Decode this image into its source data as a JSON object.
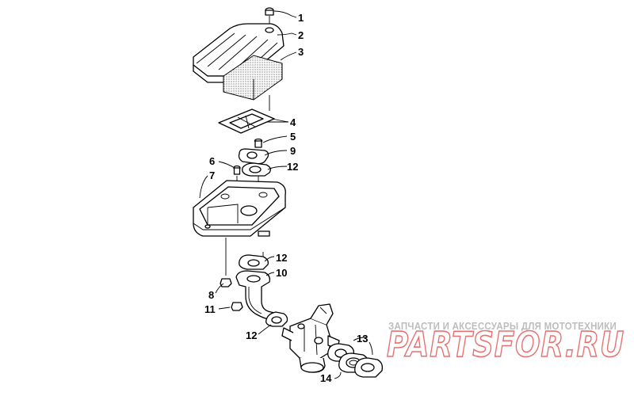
{
  "callouts": {
    "c1": "1",
    "c2": "2",
    "c3": "3",
    "c4": "4",
    "c5": "5",
    "c6": "6",
    "c7": "7",
    "c8": "8",
    "c9": "9",
    "c10": "10",
    "c11": "11",
    "c12a": "12",
    "c12b": "12",
    "c12c": "12",
    "c13": "13",
    "c14": "14"
  },
  "watermark": {
    "subtitle": "ЗАПЧАСТИ И АКСЕССУАРЫ ДЛЯ МОТОТЕХНИКИ",
    "brand": "PARTSFOR.RU",
    "color": "#e87070"
  }
}
